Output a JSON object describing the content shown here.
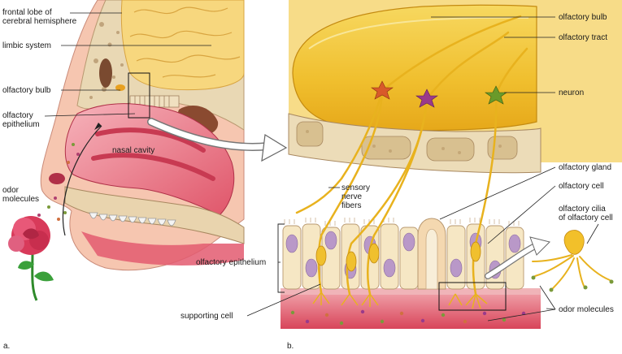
{
  "panel_a": {
    "letter": "a.",
    "labels": {
      "frontal_lobe": "frontal lobe of\ncerebral hemisphere",
      "limbic_system": "limbic system",
      "olfactory_bulb": "olfactory bulb",
      "olfactory_epithelium": "olfactory\nepithelium",
      "nasal_cavity": "nasal cavity",
      "odor_molecules": "odor\nmolecules"
    }
  },
  "panel_b": {
    "letter": "b.",
    "labels": {
      "olfactory_bulb": "olfactory bulb",
      "olfactory_tract": "olfactory tract",
      "neuron": "neuron",
      "olfactory_gland": "olfactory gland",
      "olfactory_cell": "olfactory cell",
      "olfactory_cilia": "olfactory cilia\nof olfactory cell",
      "sensory_nerve_fibers": "sensory\nnerve\nfibers",
      "olfactory_epithelium": "olfactory epithelium",
      "supporting_cell": "supporting cell",
      "odor_molecules": "odor molecules"
    }
  },
  "colors": {
    "bulb": "#f2c232",
    "brain": "#f6d57a",
    "bone": "#e8d6b0",
    "tissue_red": "#d8455a",
    "tissue_pink": "#f2a6ae",
    "nerve": "#e8b21e",
    "nucleus": "#b998c8",
    "rose": "#d83a5a"
  }
}
